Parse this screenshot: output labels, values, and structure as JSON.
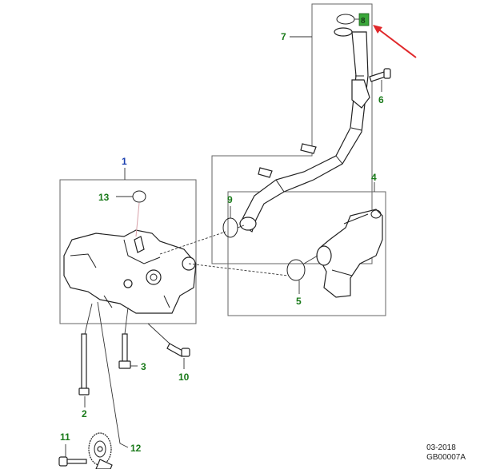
{
  "callouts": {
    "c1": "1",
    "c2": "2",
    "c3": "3",
    "c4": "4",
    "c5": "5",
    "c6": "6",
    "c7": "7",
    "c8": "8",
    "c9": "9",
    "c10": "10",
    "c11": "11",
    "c12": "12",
    "c13": "13"
  },
  "footer": {
    "date": "03-2018",
    "code": "GB00007A"
  },
  "colors": {
    "callout": "#1a7a1a",
    "callout_1": "#1a3fb0",
    "arrow": "#e0282b",
    "highlight": "#3aa83a"
  }
}
